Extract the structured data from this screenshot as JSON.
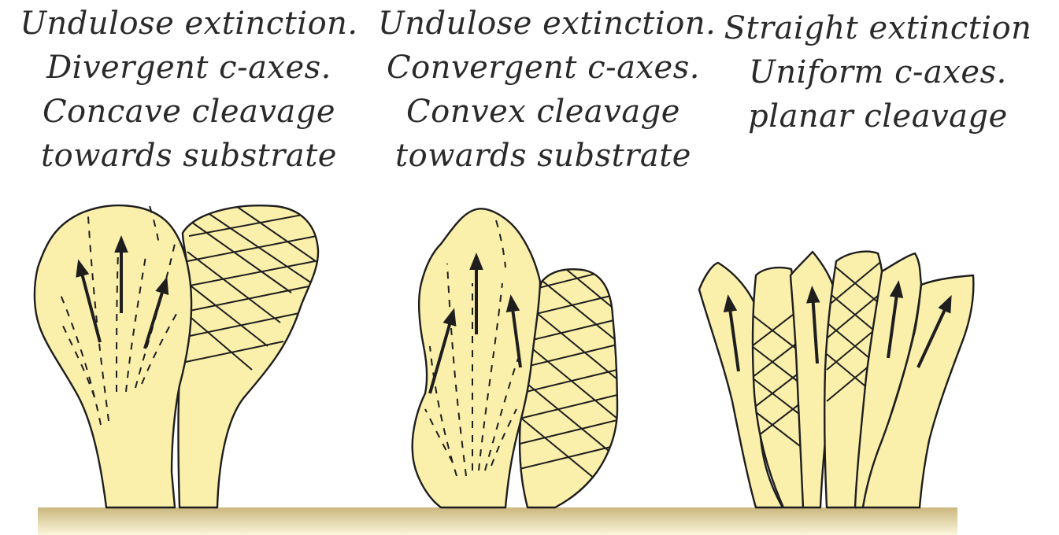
{
  "captions": {
    "divergent": [
      "Undulose extinction.",
      "Divergent c-axes.",
      "Concave cleavage",
      "towards substrate"
    ],
    "convergent": [
      "Undulose extinction.",
      "Convergent c-axes.",
      "Convex cleavage",
      "towards substrate"
    ],
    "uniform": [
      "Straight extinction",
      "Uniform c-axes.",
      "planar cleavage"
    ]
  },
  "colors": {
    "crystal_fill": "#faf0ab",
    "outline": "#1e1e1e",
    "substrate_top": "#c9b77e",
    "substrate_bottom": "#fbf6dc"
  }
}
